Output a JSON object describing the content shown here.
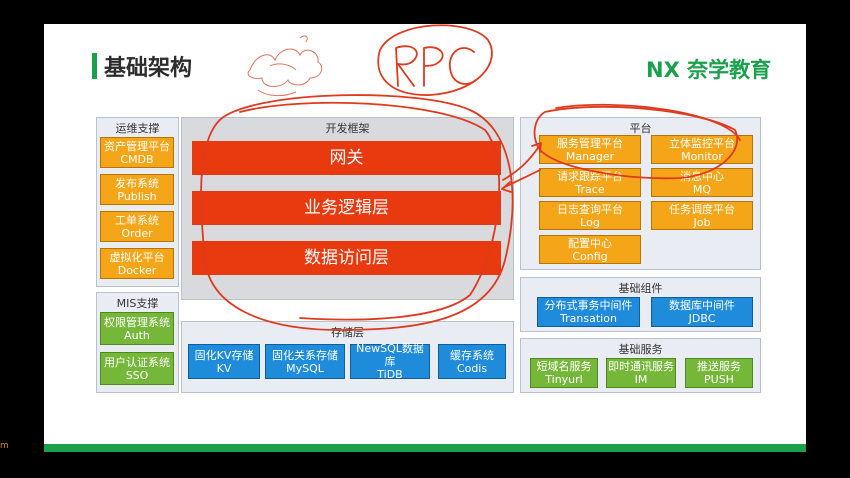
{
  "title": "基础架构",
  "logo": "NX 奈学教育",
  "left_marker": "m",
  "ops": {
    "title": "运维支撑",
    "items": [
      {
        "line1": "资产管理平台",
        "line2": "CMDB"
      },
      {
        "line1": "发布系统",
        "line2": "Publish"
      },
      {
        "line1": "工单系统",
        "line2": "Order"
      },
      {
        "line1": "虚拟化平台",
        "line2": "Docker"
      }
    ]
  },
  "mis": {
    "title": "MIS支撑",
    "items": [
      {
        "line1": "权限管理系统",
        "line2": "Auth"
      },
      {
        "line1": "用户认证系统",
        "line2": "SSO"
      }
    ]
  },
  "framework": {
    "title": "开发框架",
    "layers": [
      "网关",
      "业务逻辑层",
      "数据访问层"
    ]
  },
  "storage": {
    "title": "存储层",
    "items": [
      {
        "line1": "固化KV存储",
        "line2": "KV"
      },
      {
        "line1": "固化关系存储",
        "line2": "MySQL"
      },
      {
        "line1": "NewSQL数据库",
        "line2": "TiDB"
      },
      {
        "line1": "缓存系统",
        "line2": "Codis"
      }
    ]
  },
  "platform": {
    "title": "平台",
    "items": [
      {
        "line1": "服务管理平台",
        "line2": "Manager"
      },
      {
        "line1": "立体监控平台",
        "line2": "Monitor"
      },
      {
        "line1": "请求跟踪平台",
        "line2": "Trace"
      },
      {
        "line1": "消息中心",
        "line2": "MQ"
      },
      {
        "line1": "日志查询平台",
        "line2": "Log"
      },
      {
        "line1": "任务调度平台",
        "line2": "Job"
      },
      {
        "line1": "配置中心",
        "line2": "Config"
      }
    ]
  },
  "components": {
    "title": "基础组件",
    "items": [
      {
        "line1": "分布式事务中间件",
        "line2": "Transation"
      },
      {
        "line1": "数据库中间件",
        "line2": "JDBC"
      }
    ]
  },
  "services": {
    "title": "基础服务",
    "items": [
      {
        "line1": "短域名服务",
        "line2": "Tinyurl"
      },
      {
        "line1": "即时通讯服务",
        "line2": "IM"
      },
      {
        "line1": "推送服务",
        "line2": "PUSH"
      }
    ]
  },
  "annotation_color": "#e03a1e",
  "annotation_text": "RPC"
}
